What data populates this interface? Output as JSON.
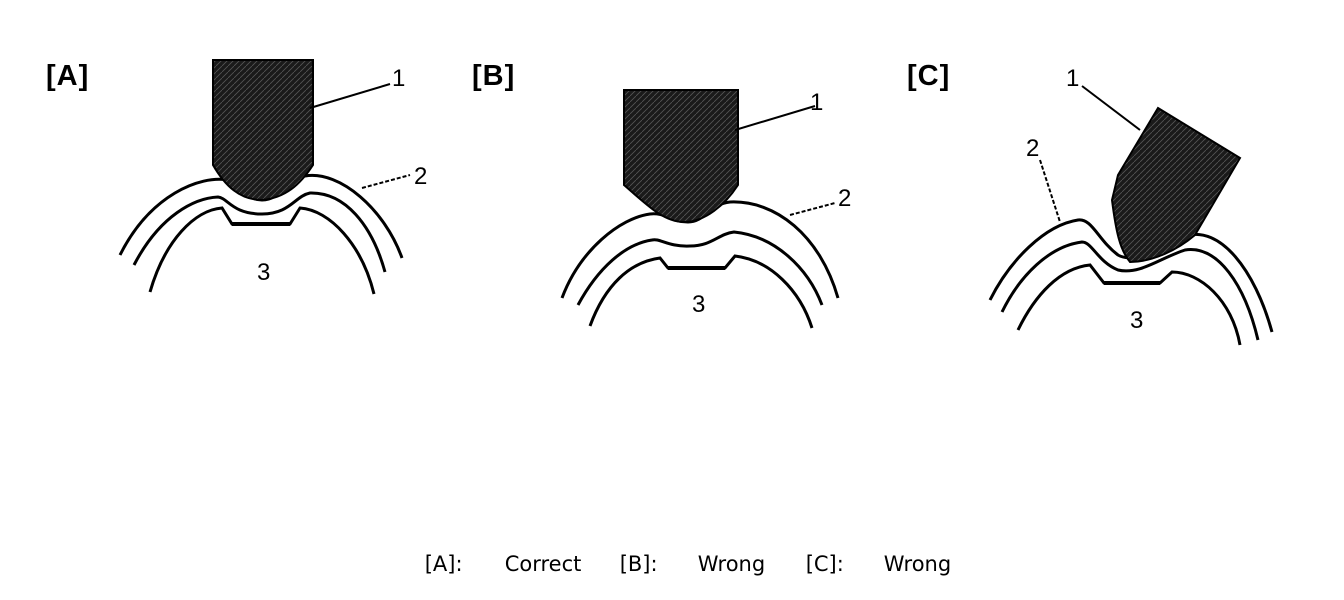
{
  "panels": {
    "a": {
      "label": "[A]",
      "callout_1": "1",
      "callout_2": "2",
      "callout_3": "3"
    },
    "b": {
      "label": "[B]",
      "callout_1": "1",
      "callout_2": "2",
      "callout_3": "3"
    },
    "c": {
      "label": "[C]",
      "callout_1": "1",
      "callout_2": "2",
      "callout_3": "3"
    }
  },
  "caption": {
    "a_key": "[A]:",
    "a_value": "Correct",
    "b_key": "[B]:",
    "b_value": "Wrong",
    "c_key": "[C]:",
    "c_value": "Wrong"
  },
  "colors": {
    "ink": "#000000",
    "tool_fill": "#1a1a1a",
    "background": "#ffffff"
  }
}
